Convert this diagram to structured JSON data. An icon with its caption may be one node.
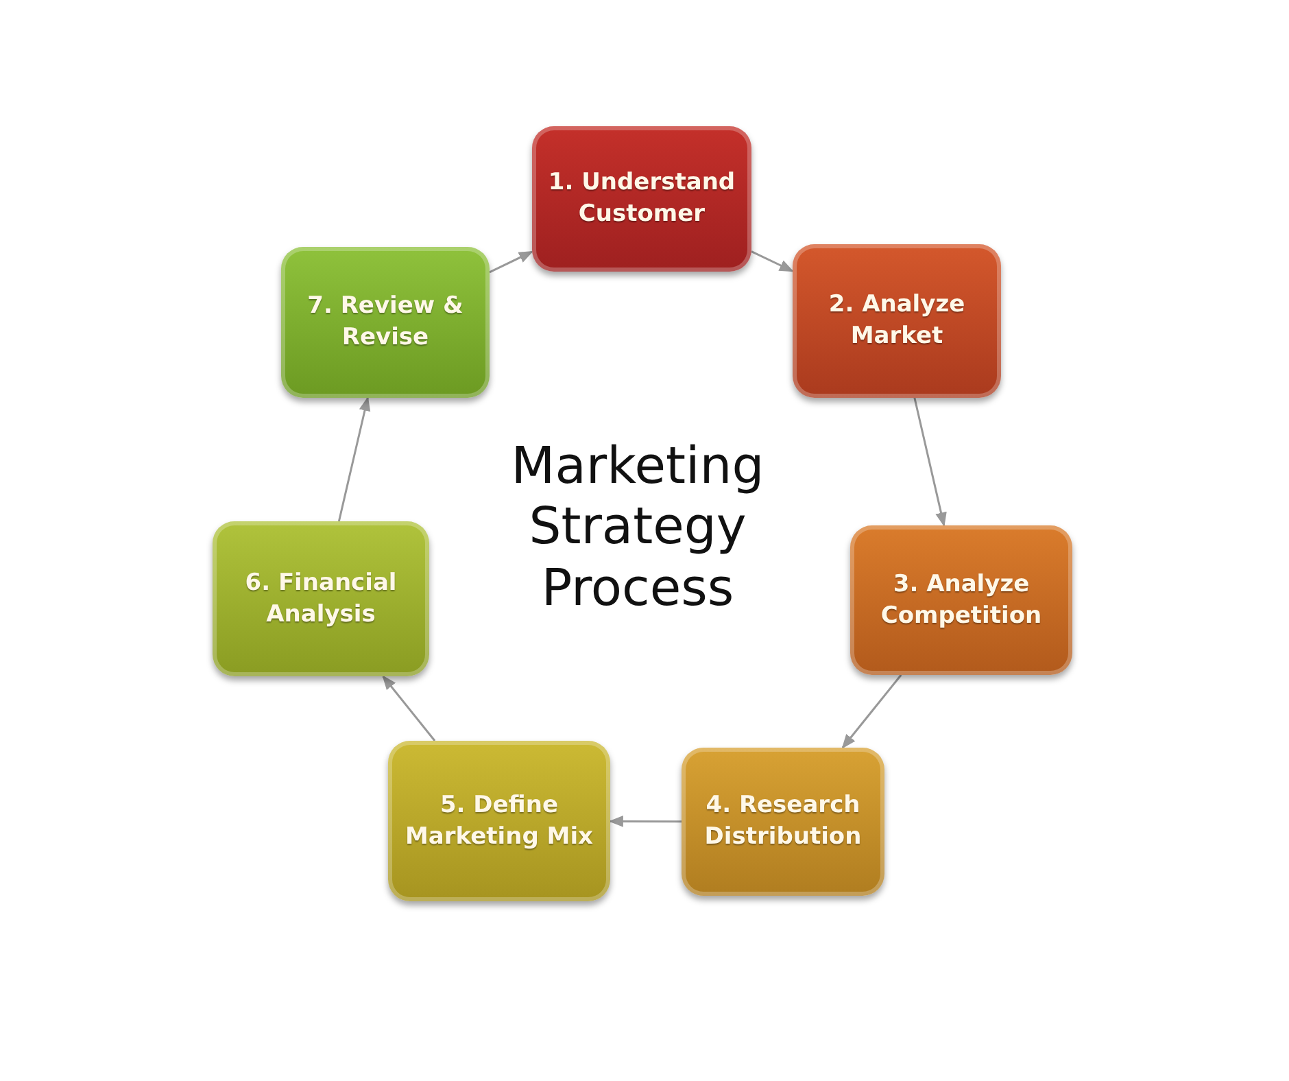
{
  "diagram": {
    "title": "Marketing Strategy Process",
    "nodes": [
      {
        "text": [
          "1. Understand Customer"
        ]
      },
      {
        "text": [
          "2. Analyze Market"
        ]
      },
      {
        "text": [
          "3. Analyze Competition"
        ]
      },
      {
        "text": [
          "4. Research Distribution"
        ]
      },
      {
        "text": [
          "5. Define Marketing Mix"
        ]
      },
      {
        "text": [
          "6. Financial Analysis"
        ]
      },
      {
        "text": [
          "7. Review & Revise"
        ]
      }
    ],
    "edges": [
      {
        "from": 0,
        "to": 1,
        "arrow": "to"
      },
      {
        "from": 1,
        "to": 2,
        "arrow": "to"
      },
      {
        "from": 2,
        "to": 3,
        "arrow": "to"
      },
      {
        "from": 3,
        "to": 4,
        "arrow": "to"
      },
      {
        "from": 4,
        "to": 5,
        "arrow": "to"
      },
      {
        "from": 5,
        "to": 6,
        "arrow": "to"
      },
      {
        "from": 6,
        "to": 0,
        "arrow": "to"
      }
    ]
  }
}
